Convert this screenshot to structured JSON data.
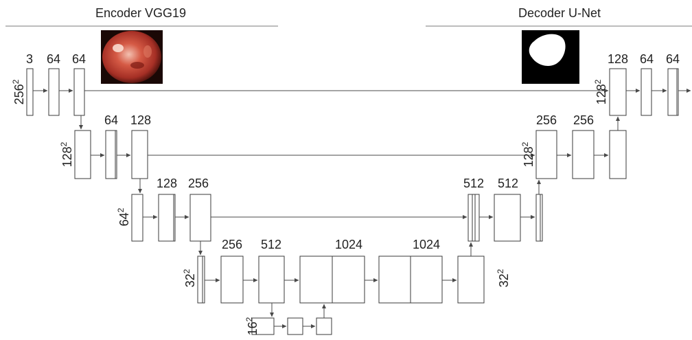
{
  "encoder": {
    "title": "Encoder VGG19",
    "image": "endoscopy-photo"
  },
  "decoder": {
    "title": "Decoder U-Net",
    "image": "segmentation-mask"
  },
  "channel_labels": {
    "enc1_in": "3",
    "enc1_a": "64",
    "enc1_b": "64",
    "enc2_a": "64",
    "enc2_b": "128",
    "enc3_a": "128",
    "enc3_b": "256",
    "enc4_a": "256",
    "enc4_b": "512",
    "bottleneck_a": "1024",
    "bottleneck_b": "1024",
    "dec3_a": "512",
    "dec3_b": "512",
    "dec2_a": "256",
    "dec2_b": "256",
    "dec1_a": "128",
    "dec1_b": "64",
    "dec1_c": "64"
  },
  "resolutions": {
    "r256": {
      "base": "256",
      "exp": "2"
    },
    "r128_enc": {
      "base": "128",
      "exp": "2"
    },
    "r64": {
      "base": "64",
      "exp": "2"
    },
    "r32_enc": {
      "base": "32",
      "exp": "2"
    },
    "r16": {
      "base": "16",
      "exp": "2"
    },
    "r32_dec": {
      "base": "32",
      "exp": "2"
    },
    "r128_dec2": {
      "base": "128",
      "exp": "2"
    },
    "r128_dec1": {
      "base": "128",
      "exp": "2"
    }
  },
  "colors": {
    "box_stroke": "#3a3a3a",
    "arrow": "#4a4a4a",
    "header_line": "#7a7a7a",
    "photo_tissue": "#c2463a",
    "mask_background": "#000000",
    "mask_foreground": "#ffffff"
  }
}
